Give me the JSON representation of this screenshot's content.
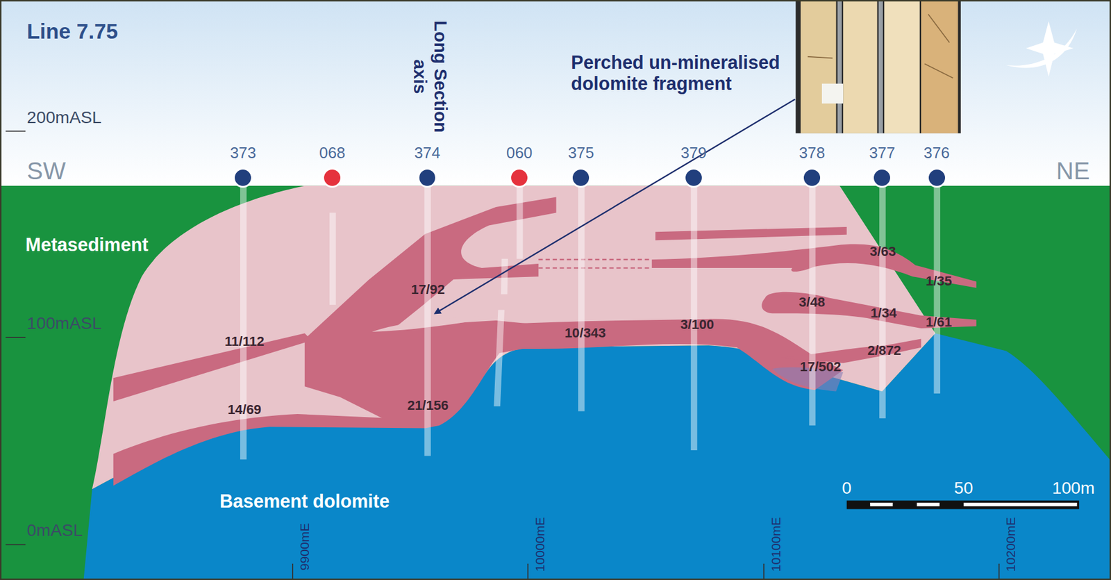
{
  "diagram": {
    "title": "Line 7.75",
    "nodes": [
      {
        "text": [
          "373"
        ]
      },
      {
        "text": [
          "068"
        ]
      },
      {
        "text": [
          "374"
        ]
      },
      {
        "text": [
          "060"
        ]
      },
      {
        "text": [
          "375"
        ]
      },
      {
        "text": [
          "379"
        ]
      },
      {
        "text": [
          "378"
        ]
      },
      {
        "text": [
          "377"
        ]
      },
      {
        "text": [
          "376"
        ]
      }
    ],
    "labels": [
      "Long Section axis",
      "Perched un-mineralised dolomite fragment",
      "200mASL",
      "100mASL",
      "0mASL",
      "SW",
      "NE",
      "Metasediment",
      "11/112",
      "14/69",
      "17/92",
      "21/156",
      "10/343",
      "3/100",
      "3/63",
      "1/35",
      "3/48",
      "1/34",
      "1/61",
      "2/872",
      "17/502",
      "Basement dolomite",
      "9900mE",
      "10000mE",
      "10100mE",
      "10200mE",
      "0",
      "50",
      "100m"
    ]
  }
}
